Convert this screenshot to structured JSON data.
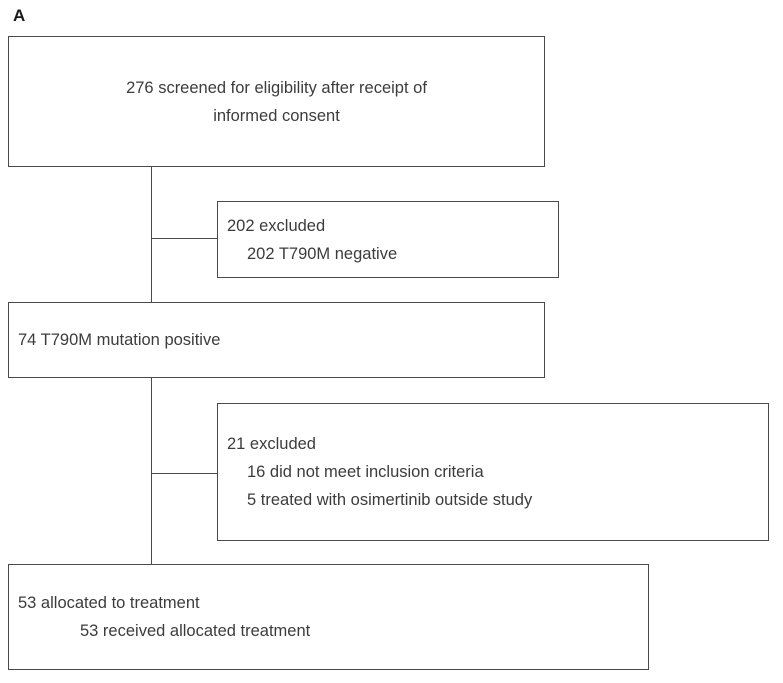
{
  "figure": {
    "panel_label": "A",
    "type": "consort-flow-diagram",
    "colors": {
      "border": "#4a4a4a",
      "text": "#3c3c3c",
      "label": "#1a1a1a",
      "background": "#ffffff"
    }
  },
  "nodes": [
    {
      "id": "screened",
      "lines": [
        "276 screened for eligibility after receipt of",
        "informed consent"
      ],
      "count": 276
    },
    {
      "id": "excluded-1",
      "lines": [
        "202 excluded",
        "202 T790M negative"
      ],
      "count": 202
    },
    {
      "id": "positive",
      "lines": [
        "74 T790M mutation positive"
      ],
      "count": 74
    },
    {
      "id": "excluded-2",
      "lines": [
        "21 excluded",
        "16 did not meet inclusion criteria",
        "5 treated with osimertinib outside study"
      ],
      "count": 21
    },
    {
      "id": "allocated",
      "lines": [
        "53 allocated to treatment",
        "53 received allocated treatment"
      ],
      "count": 53
    }
  ]
}
